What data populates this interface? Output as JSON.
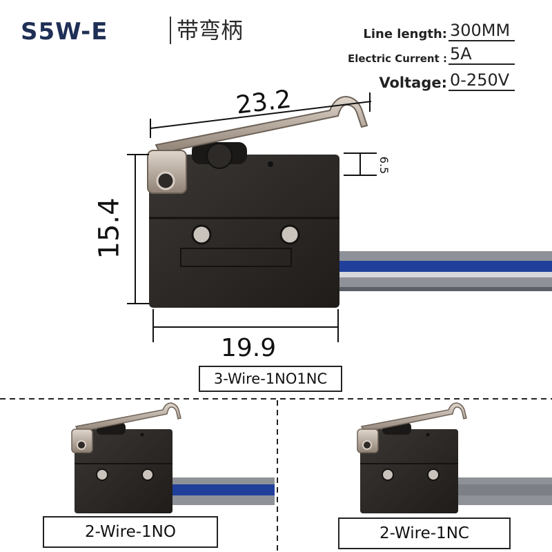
{
  "header": {
    "model": "S5W-E",
    "subtitle": "带弯柄"
  },
  "specs": [
    {
      "label": "Line length:",
      "value": "300MM"
    },
    {
      "label": "Electric Current :",
      "value": "5A"
    },
    {
      "label": "Voltage:",
      "value": "0-250V"
    }
  ],
  "dimensions": {
    "lever_length": "23.2",
    "height": "15.4",
    "width": "19.9",
    "lever_offset": "6.5"
  },
  "variants": {
    "main": "3-Wire-1NO1NC",
    "left": "2-Wire-1NO",
    "right": "2-Wire-1NC"
  },
  "colors": {
    "title_navy": "#1f2f55",
    "switch_body": "#2b2826",
    "wire_blue": "#1f3f9a",
    "wire_gray": "#8e9298",
    "lever_metal": "#b8a898"
  }
}
